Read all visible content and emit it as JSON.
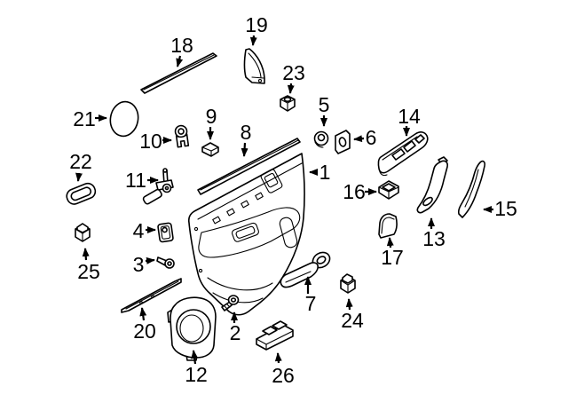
{
  "figure": {
    "kind": "exploded-parts-diagram",
    "subject": "front-door-interior-trim-panel",
    "background_color": "#ffffff",
    "line_color": "#000000"
  },
  "callouts": [
    {
      "label": "1",
      "part": "door-trim-panel"
    },
    {
      "label": "2",
      "part": "screw"
    },
    {
      "label": "3",
      "part": "screw"
    },
    {
      "label": "4",
      "part": "retainer-clip"
    },
    {
      "label": "5",
      "part": "grommet"
    },
    {
      "label": "6",
      "part": "bracket"
    },
    {
      "label": "7",
      "part": "armrest-pull-handle-trim"
    },
    {
      "label": "8",
      "part": "inner-belt-molding"
    },
    {
      "label": "9",
      "part": "retainer-clip"
    },
    {
      "label": "10",
      "part": "retainer-clip"
    },
    {
      "label": "11",
      "part": "lock-rod-bracket"
    },
    {
      "label": "12",
      "part": "speaker-bracket"
    },
    {
      "label": "13",
      "part": "pull-handle-cover"
    },
    {
      "label": "14",
      "part": "window-switch-bezel"
    },
    {
      "label": "15",
      "part": "trim-applique"
    },
    {
      "label": "16",
      "part": "retainer-clip"
    },
    {
      "label": "17",
      "part": "trim-cap"
    },
    {
      "label": "18",
      "part": "outer-belt-molding"
    },
    {
      "label": "19",
      "part": "sail-panel-cover"
    },
    {
      "label": "20",
      "part": "lower-trim-strip"
    },
    {
      "label": "21",
      "part": "oval-seal"
    },
    {
      "label": "22",
      "part": "handle-bezel"
    },
    {
      "label": "23",
      "part": "grommet"
    },
    {
      "label": "24",
      "part": "switch"
    },
    {
      "label": "25",
      "part": "switch"
    },
    {
      "label": "26",
      "part": "window-switch"
    }
  ]
}
